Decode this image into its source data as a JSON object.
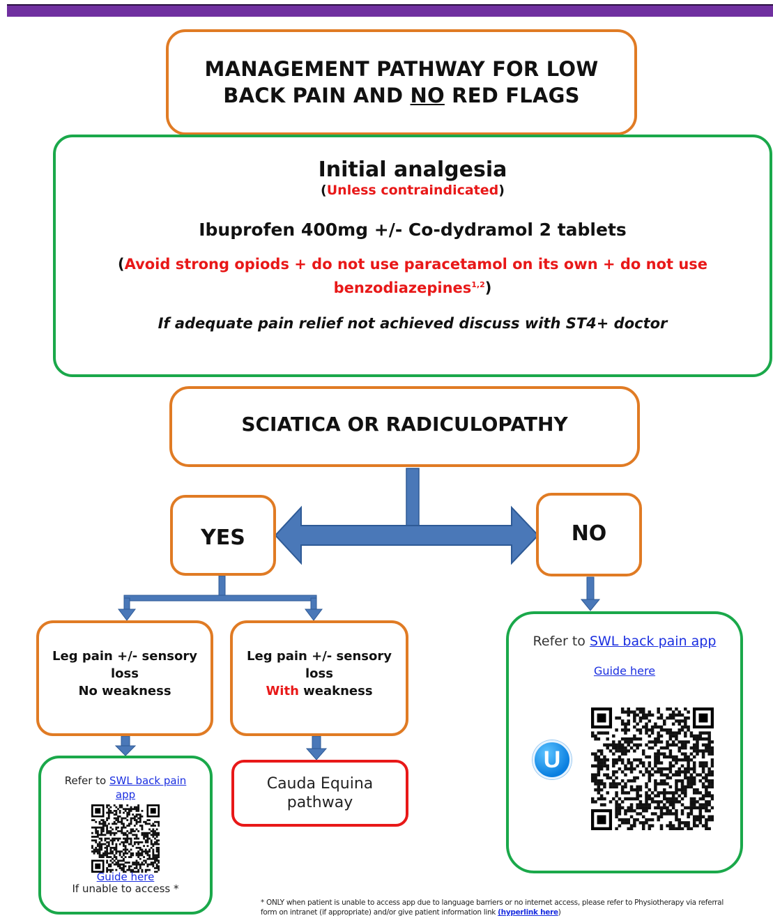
{
  "title_line1": "MANAGEMENT PATHWAY FOR LOW",
  "title_line2_a": "BACK PAIN AND ",
  "title_line2_b": "NO",
  "title_line2_c": " RED FLAGS",
  "initial": {
    "heading": "Initial analgesia",
    "sub_open": "(",
    "sub_red": "Unless contraindicated",
    "sub_close": ")",
    "dose": "Ibuprofen 400mg +/- Co-dydramol 2 tablets",
    "warn_open": "(",
    "warn_line1": "Avoid strong opiods + do not use paracetamol on its own + do not use",
    "warn_line2": "benzodiazepines",
    "warn_sup": "1,2",
    "warn_close": ")",
    "note": "If adequate pain relief not achieved discuss with ST4+ doctor"
  },
  "sciatica": "SCIATICA OR RADICULOPATHY",
  "yes": "YES",
  "no": "NO",
  "leg_no_weak": {
    "line1": "Leg pain +/- sensory",
    "line2": "loss",
    "line3": "No weakness"
  },
  "leg_weak": {
    "line1": "Leg pain +/- sensory",
    "line2": "loss",
    "line3_red": "With",
    "line3_rest": " weakness"
  },
  "cauda": {
    "line1": "Cauda Equina",
    "line2": "pathway"
  },
  "refer_small": {
    "prefix": "Refer to ",
    "link_line1": "SWL back pain",
    "link_line2": "app",
    "guide": "Guide here",
    "unable": "If unable to access *"
  },
  "refer_big": {
    "prefix": "Refer to ",
    "link": "SWL back pain app",
    "guide": "Guide here",
    "app_icon_letter": "U"
  },
  "footnote": {
    "line1": "* ONLY when patient is unable to access app due to language barriers or no internet access, please refer to Physiotherapy via referral",
    "line2_a": "form on intranet (if appropriate) and/or give patient information link ",
    "line2_link": "(hyperlink here",
    "line2_b": ")"
  },
  "colors": {
    "banner": "#7030a0",
    "orange_border": "#e07b24",
    "green_border": "#1aa84a",
    "red_border": "#e81818",
    "arrow_blue": "#4a78b8",
    "link_blue": "#1a2ee0"
  },
  "icons": [
    "down-arrow-icon",
    "double-arrow-icon",
    "qr-code-icon",
    "app-logo-icon"
  ]
}
